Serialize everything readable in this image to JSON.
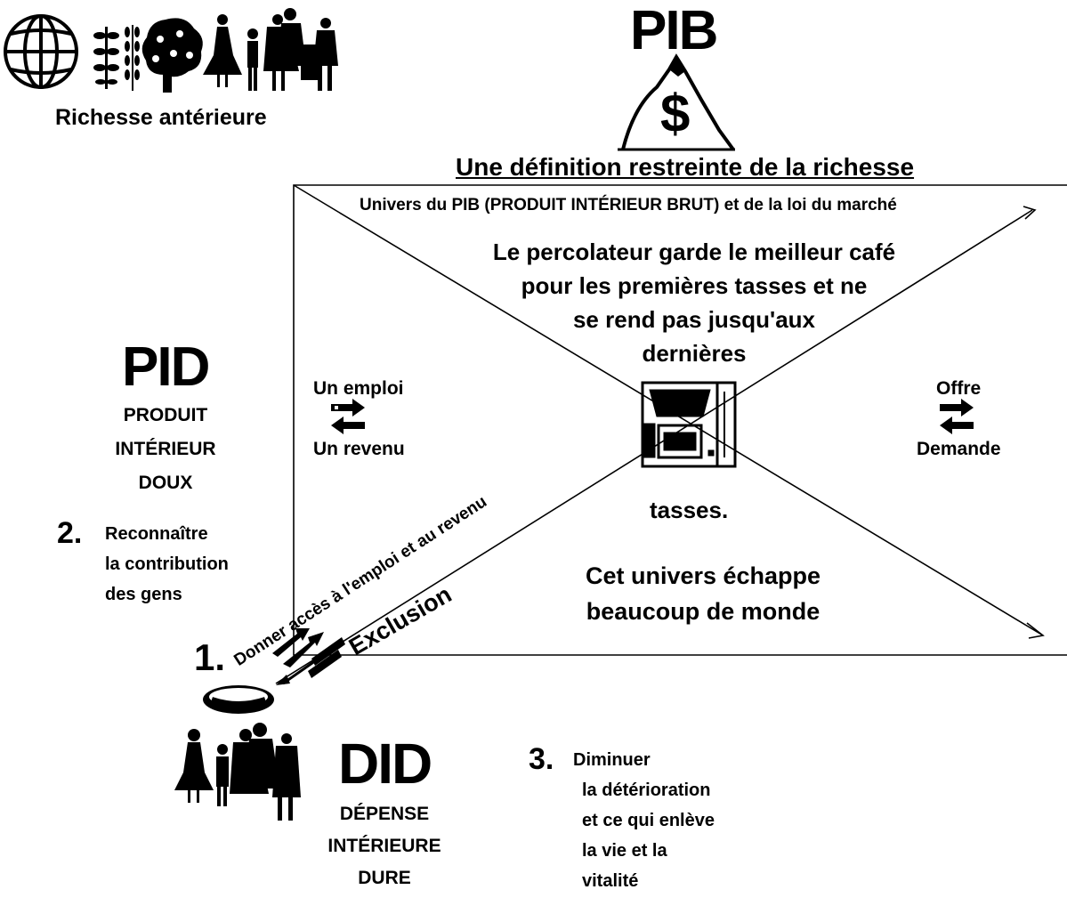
{
  "top_left": {
    "label": "Richesse antérieure"
  },
  "pib": {
    "acronym": "PIB",
    "currency_symbol": "$",
    "subtitle": "Une définition restreinte de la richesse"
  },
  "market_box": {
    "heading": "Univers du PIB (PRODUIT INTÉRIEUR BRUT) et de la loi du marché",
    "percolator_lines": [
      "Le percolateur garde le meilleur café",
      "pour les premières tasses et ne",
      "se rend pas jusqu'aux",
      "dernières"
    ],
    "percolator_end": "tasses.",
    "exchange_left": {
      "top": "Un emploi",
      "bottom": "Un revenu"
    },
    "exchange_right": {
      "top": "Offre",
      "bottom": "Demande"
    },
    "escape_lines": [
      "Cet univers échappe",
      "beaucoup de monde"
    ]
  },
  "pid": {
    "acronym": "PID",
    "lines": [
      "PRODUIT",
      "INTÉRIEUR",
      "DOUX"
    ]
  },
  "step2": {
    "number": "2.",
    "lines": [
      "Reconnaître",
      "la contribution",
      "des gens"
    ]
  },
  "step1": {
    "number": "1.",
    "access_label": "Donner accès à l'emploi et au revenu",
    "exclusion_label": "Exclusion"
  },
  "did": {
    "acronym": "DID",
    "lines": [
      "DÉPENSE",
      "INTÉRIEURE",
      "DURE"
    ]
  },
  "step3": {
    "number": "3.",
    "lines": [
      "Diminuer",
      "la détérioration",
      "et ce qui enlève",
      "la vie et la",
      "vitalité"
    ]
  },
  "colors": {
    "ink": "#000000",
    "background": "#ffffff"
  }
}
